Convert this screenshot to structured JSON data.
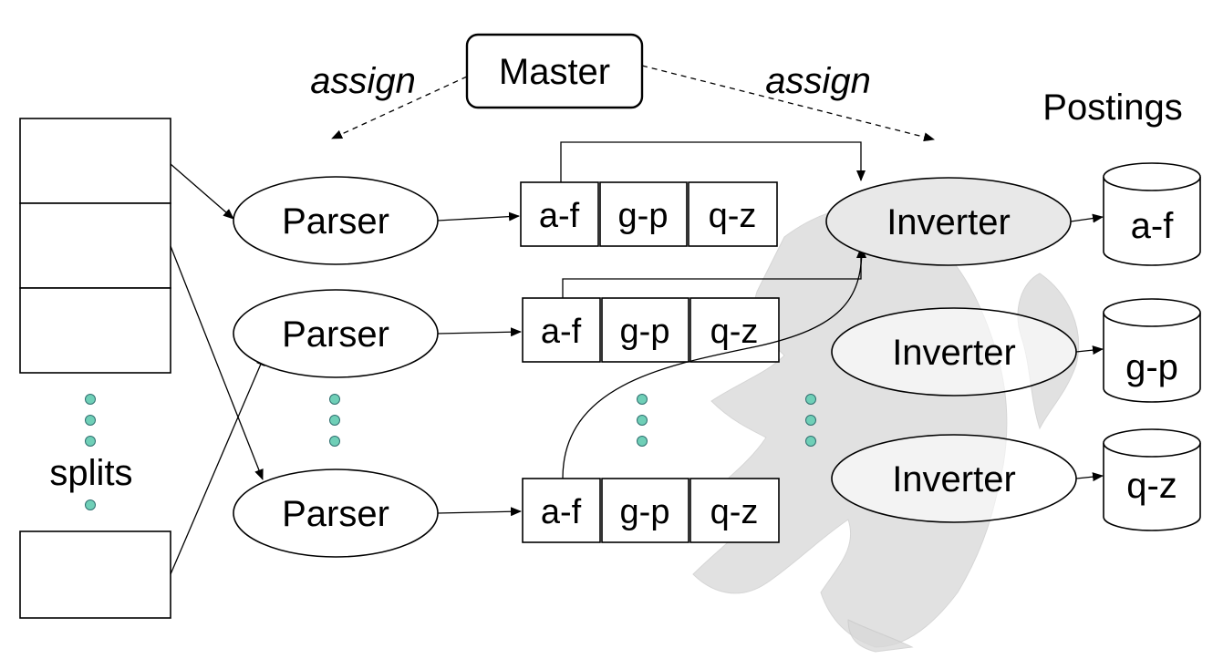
{
  "master": {
    "label": "Master"
  },
  "assign": {
    "left": "assign",
    "right": "assign"
  },
  "postings": {
    "title": "Postings",
    "items": [
      "a-f",
      "g-p",
      "q-z"
    ]
  },
  "splits": {
    "label": "splits"
  },
  "parsers": [
    {
      "label": "Parser"
    },
    {
      "label": "Parser"
    },
    {
      "label": "Parser"
    }
  ],
  "partitions": [
    [
      "a-f",
      "g-p",
      "q-z"
    ],
    [
      "a-f",
      "g-p",
      "q-z"
    ],
    [
      "a-f",
      "g-p",
      "q-z"
    ]
  ],
  "inverters": [
    {
      "label": "Inverter"
    },
    {
      "label": "Inverter"
    },
    {
      "label": "Inverter"
    }
  ],
  "colors": {
    "ellipsis_dot": "#6fcfb7",
    "watermark": "#d8d8d8"
  }
}
